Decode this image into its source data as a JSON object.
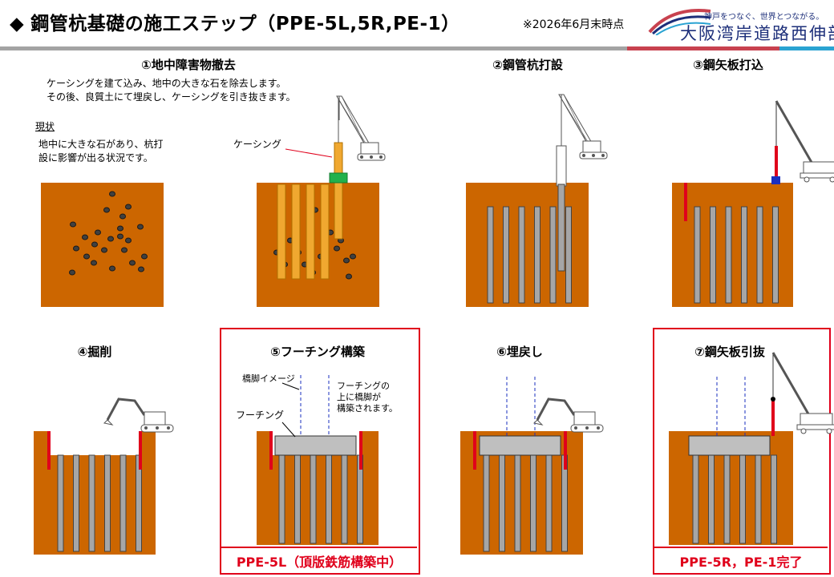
{
  "header": {
    "title": "鋼管杭基礎の施工ステップ（PPE-5L,5R,PE-1）",
    "as_of": "※2026年6月末時点",
    "logo_tagline": "神戸をつなぐ、世界とつながる。",
    "org_name": "大阪湾岸道路西伸部"
  },
  "colors": {
    "soil": "#cc6600",
    "pile": "#a6a6a6",
    "casing": "#f0a830",
    "sheet_pile": "#e0001b",
    "footing": "#bfbfbf",
    "frame": "#e0001b",
    "accent_blue": "#1d2f7a"
  },
  "steps": [
    {
      "label": "①地中障害物撤去"
    },
    {
      "label": "②鋼管杭打設"
    },
    {
      "label": "③鋼矢板打込"
    },
    {
      "label": "④掘削"
    },
    {
      "label": "⑤フーチング構築"
    },
    {
      "label": "⑥埋戻し"
    },
    {
      "label": "⑦鋼矢板引抜"
    }
  ],
  "step1": {
    "desc_line1": "ケーシングを建て込み、地中の大きな石を除去します。",
    "desc_line2": "その後、良質土にて埋戻し、ケーシングを引き抜きます。",
    "current_heading": "現状",
    "current_line1": "地中に大きな石があり、杭打",
    "current_line2": "設に影響が出る状況です。",
    "casing_label": "ケーシング"
  },
  "step5": {
    "pier_image_label": "橋脚イメージ",
    "footing_label": "フーチング",
    "note_line1": "フーチングの",
    "note_line2": "上に橋脚が",
    "note_line3": "構築されます。",
    "status": "PPE-5L（頂版鉄筋構築中）"
  },
  "step7": {
    "status": "PPE-5R，PE-1完了"
  }
}
